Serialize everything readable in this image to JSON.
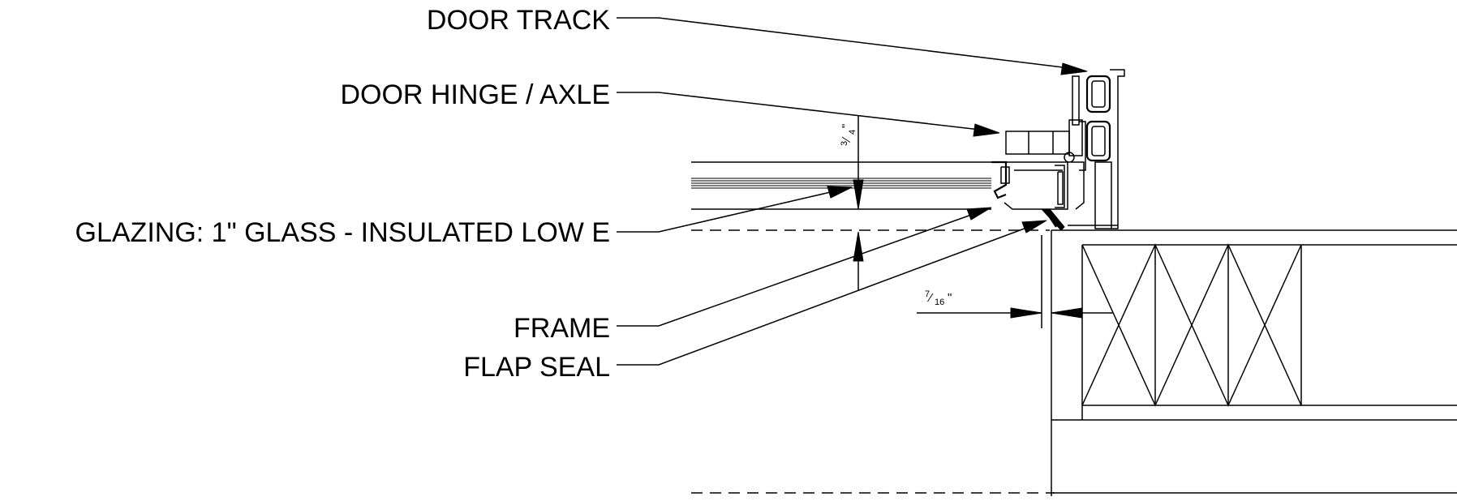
{
  "labels": {
    "door_track": "DOOR TRACK",
    "door_hinge": "DOOR HINGE / AXLE",
    "glazing": "GLAZING: 1\" GLASS - INSULATED  LOW E",
    "frame": "FRAME",
    "flap_seal": "FLAP SEAL"
  },
  "dimensions": {
    "glass_gap": {
      "numerator": "3",
      "denominator": "4",
      "unit": "\""
    },
    "seal_gap": {
      "numerator": "7",
      "denominator": "16",
      "unit": "\""
    }
  }
}
